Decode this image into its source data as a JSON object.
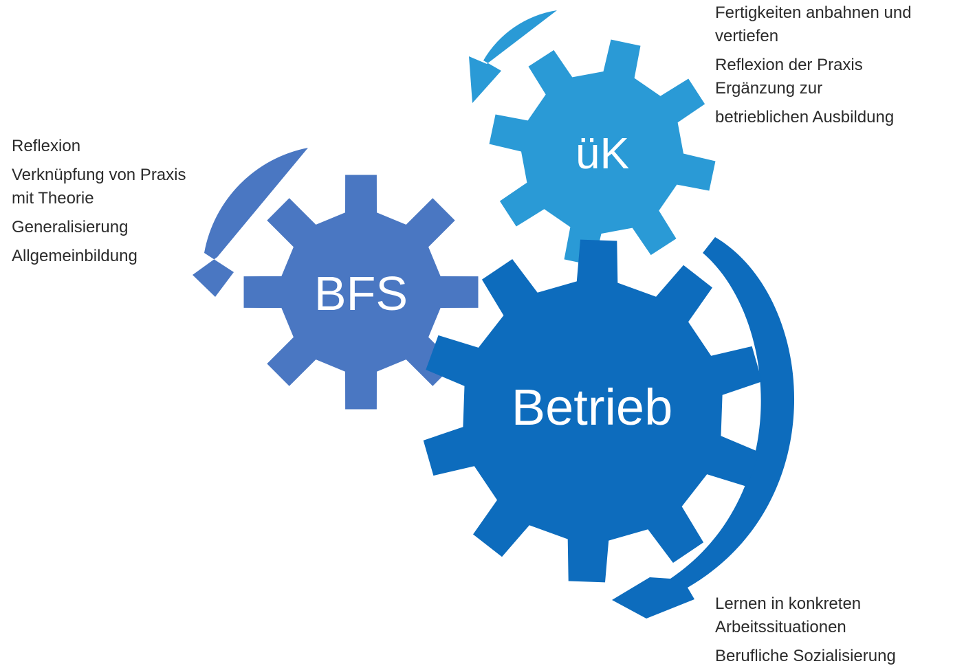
{
  "gears": {
    "betrieb": {
      "label": "Betrieb",
      "color": "#0d6cbd"
    },
    "bfs": {
      "label": "BFS",
      "color": "#4a77c2"
    },
    "uek": {
      "label": "üK",
      "color": "#2a9ad6"
    }
  },
  "arrows": {
    "uek_color": "#2a9ad6",
    "bfs_color": "#4a77c2",
    "betrieb_color": "#0d6cbd"
  },
  "notes": {
    "uek": {
      "line1": "Fertigkeiten anbahnen und",
      "line2": "vertiefen",
      "line3": "Reflexion der Praxis",
      "line4": "Ergänzung zur",
      "line5": "betrieblichen Ausbildung"
    },
    "bfs": {
      "line1": "Reflexion",
      "line2": "Verknüpfung von Praxis",
      "line3": "mit Theorie",
      "line4": "Generalisierung",
      "line5": "Allgemeinbildung"
    },
    "betrieb": {
      "line1": "Lernen in konkreten",
      "line2": "Arbeitssituationen",
      "line3": "Berufliche Sozialisierung"
    }
  }
}
